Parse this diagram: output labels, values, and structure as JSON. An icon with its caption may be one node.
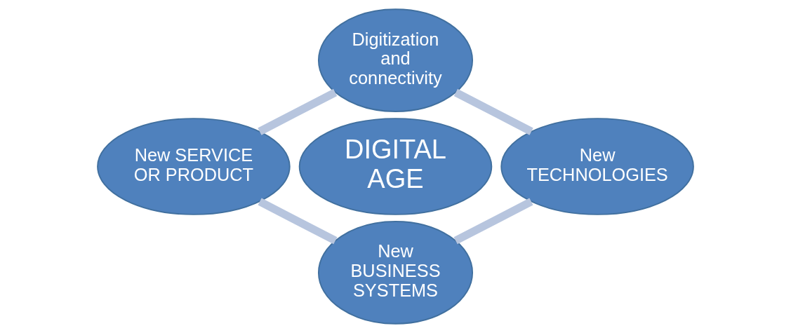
{
  "diagram": {
    "nodes": [
      {
        "text": [
          "Digitization and connectivity"
        ]
      },
      {
        "text": [
          "New SERVICE OR PRODUCT"
        ]
      },
      {
        "text": [
          "DIGITAL AGE"
        ]
      },
      {
        "text": [
          "New TECHNOLOGIES"
        ]
      },
      {
        "text": [
          "New BUSINESS SYSTEMS"
        ]
      }
    ],
    "edges": [
      {
        "from": 0,
        "to": 3,
        "arrow": "none"
      },
      {
        "from": 0,
        "to": 1,
        "arrow": "none"
      },
      {
        "from": 3,
        "to": 4,
        "arrow": "none"
      },
      {
        "from": 1,
        "to": 4,
        "arrow": "none"
      }
    ]
  }
}
